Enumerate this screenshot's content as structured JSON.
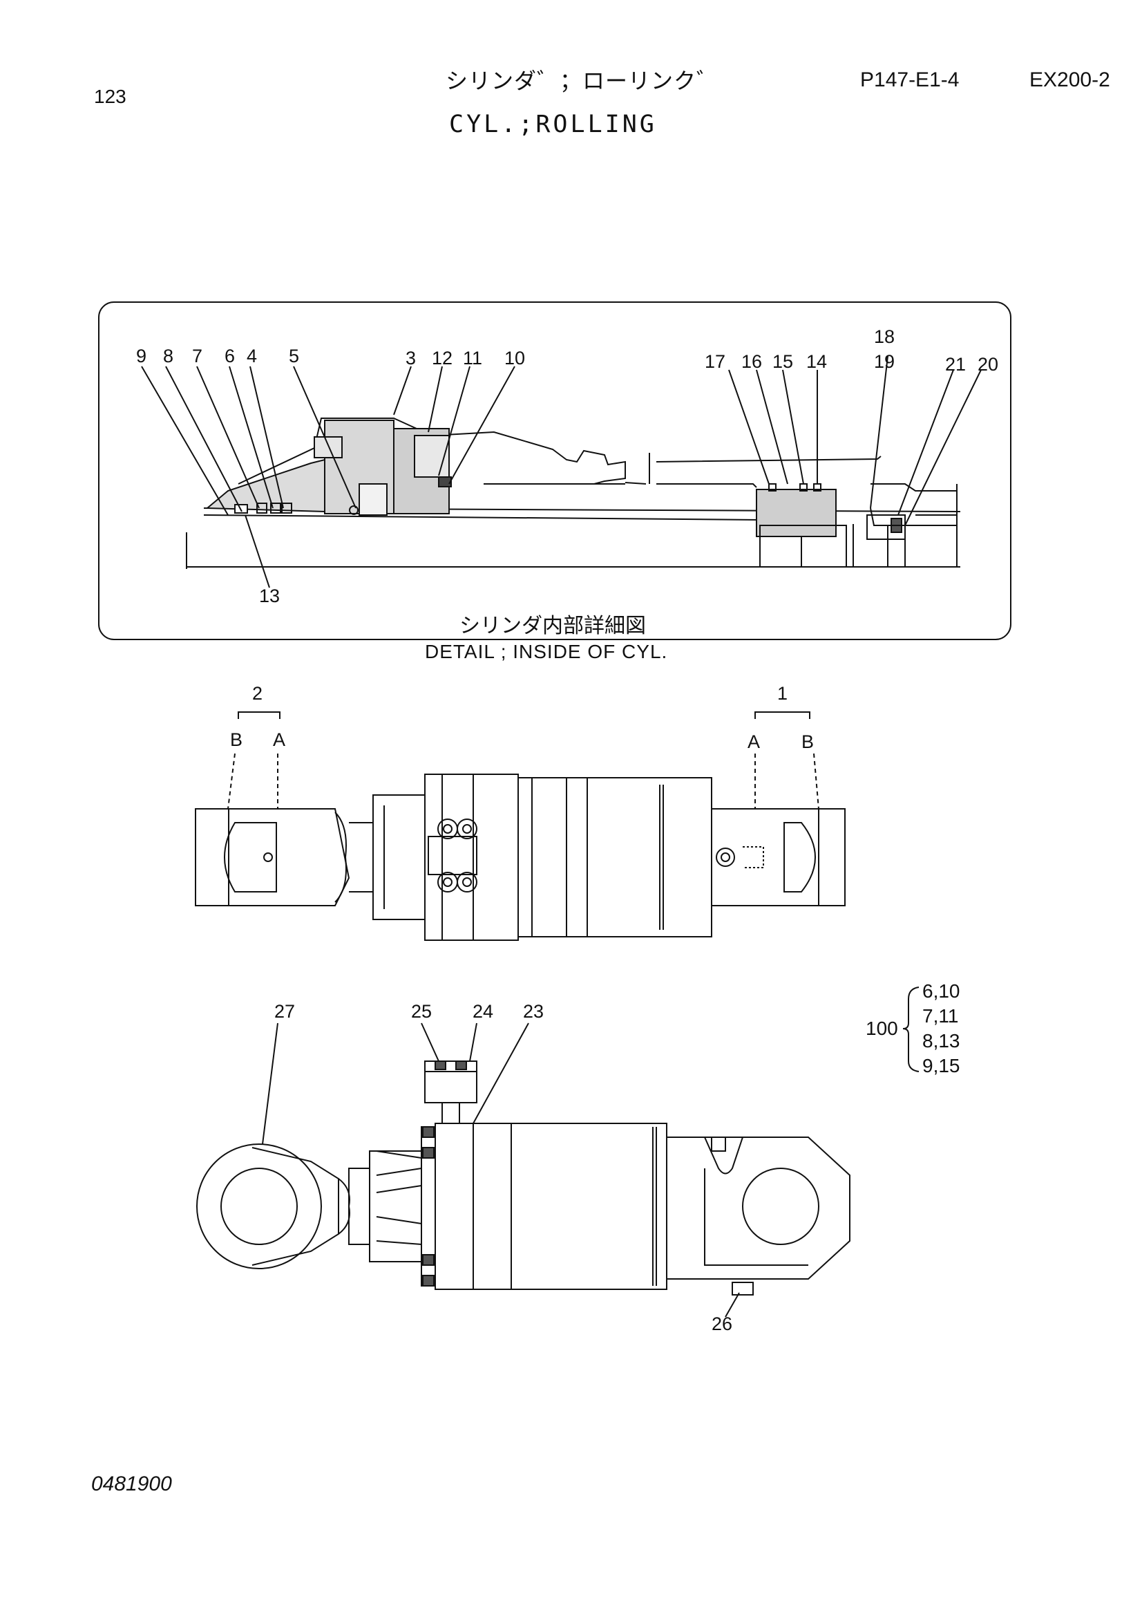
{
  "header": {
    "page_number": "123",
    "title_jp": "シリンダ゛；ローリンク゛",
    "title_en": "CYL.;ROLLING",
    "page_code": "P147-E1-4",
    "model": "EX200-2"
  },
  "detail": {
    "caption_jp": "シリンダ内部詳細図",
    "caption_en": "DETAIL ; INSIDE OF CYL.",
    "callouts": [
      "9",
      "8",
      "7",
      "6",
      "4",
      "5",
      "3",
      "12",
      "11",
      "10",
      "17",
      "16",
      "15",
      "14",
      "18",
      "19",
      "21",
      "20",
      "13"
    ]
  },
  "plan_view": {
    "group_left": "2",
    "group_right": "1",
    "letter_a": "A",
    "letter_b": "B"
  },
  "side_view": {
    "callouts": [
      "27",
      "25",
      "24",
      "23",
      "26"
    ]
  },
  "kit": {
    "number": "100",
    "rows": [
      "6,10",
      "7,11",
      "8,13",
      "9,15"
    ]
  },
  "footer": {
    "code": "0481900"
  },
  "icons": {
    "detail_view": "cylinder-section-drawing",
    "plan_view": "cylinder-top-view-drawing",
    "side_view": "cylinder-side-view-drawing"
  }
}
